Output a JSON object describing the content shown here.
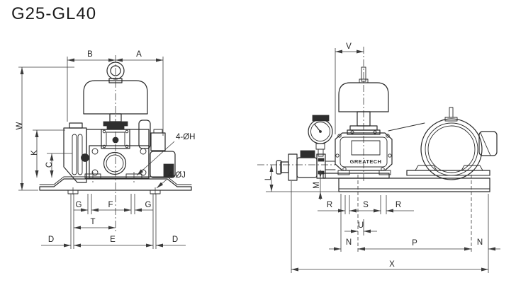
{
  "title": "G25-GL40",
  "brand_label": "GREATECH",
  "front_view": {
    "dims": {
      "a": "A",
      "b": "B",
      "c": "C",
      "d_left": "D",
      "d_right": "D",
      "e": "E",
      "f": "F",
      "g_left": "G",
      "g_right": "G",
      "k": "K",
      "t": "T",
      "w": "W"
    },
    "callouts": {
      "holes_h": "4-ØH",
      "holes_j": "4-ØJ"
    }
  },
  "side_view": {
    "dims": {
      "l": "L",
      "m": "M",
      "n_left": "N",
      "n_right": "N",
      "p": "P",
      "r_left": "R",
      "r_right": "R",
      "s": "S",
      "u": "U",
      "v": "V",
      "x": "X"
    }
  }
}
